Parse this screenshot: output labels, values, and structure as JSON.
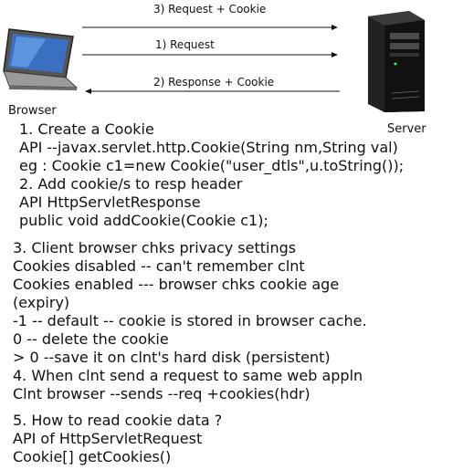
{
  "diagram": {
    "browser_label": "Browser",
    "server_label": "Server",
    "arrows": [
      {
        "label": "3) Request + Cookie",
        "direction": "right"
      },
      {
        "label": "1) Request",
        "direction": "right"
      },
      {
        "label": "2) Response + Cookie",
        "direction": "left"
      }
    ]
  },
  "notes": {
    "block1": [
      "1. Create a Cookie",
      "API --javax.servlet.http.Cookie(String nm,String val)",
      "eg : Cookie c1=new Cookie(\"user_dtls\",u.toString());",
      "2. Add cookie/s to resp header",
      "API HttpServletResponse",
      "public void addCookie(Cookie c1);"
    ],
    "block2": [
      "3. Client browser chks privacy settings",
      "Cookies disabled -- can't remember clnt",
      "Cookies enabled --- browser chks cookie age",
      "(expiry)",
      "-1 -- default -- cookie is stored in browser cache.",
      "0 -- delete the cookie",
      "> 0 --save it on clnt's hard disk (persistent)",
      "4. When clnt send a request to same web appln",
      "Clnt browser --sends --req +cookies(hdr)"
    ],
    "block3": [
      "5. How to read cookie data ?",
      "API of HttpServletRequest",
      "Cookie[] getCookies()"
    ]
  }
}
